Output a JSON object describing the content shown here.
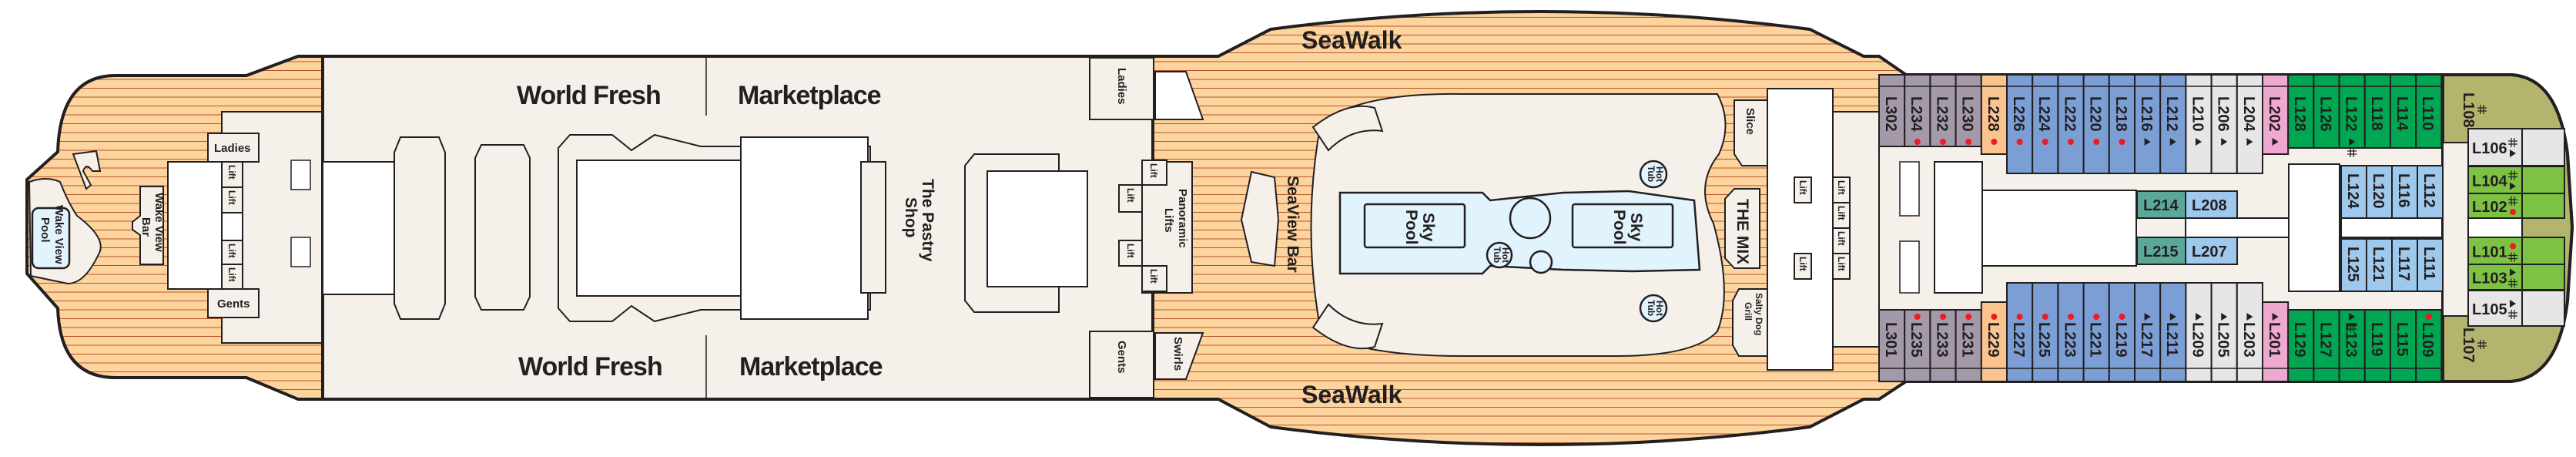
{
  "colors": {
    "wood": "#fdd49e",
    "wood_line": "#b5562a",
    "interior": "#f5f1ea",
    "pool": "#e1f3fd",
    "outline": "#231f20",
    "marker_dot": "#ed1c24"
  },
  "cabin_colors": {
    "purple": "#a399a8",
    "orange": "#fbc48f",
    "blue": "#7b9fd4",
    "grey": "#e6e6e6",
    "pink": "#efa8cf",
    "green": "#00a651",
    "lightblue": "#9ec8ec",
    "teal": "#5ba898",
    "lime": "#7dc242",
    "olive": "#b3b56e"
  },
  "aft": {
    "ladies": "Ladies",
    "gents": "Gents",
    "lift": "Lift",
    "wake_view_bar": [
      "Wake View",
      "Bar"
    ],
    "wake_view_pool": [
      "Wake View",
      "Pool"
    ]
  },
  "venues": {
    "world_fresh": "World Fresh",
    "marketplace": "Marketplace",
    "pastry_shop": [
      "The Pastry",
      "Shop"
    ],
    "ladies": "Ladies",
    "gents": "Gents",
    "panoramic_lifts": [
      "Panoramic",
      "Lifts"
    ],
    "lift": "Lift",
    "seaview_bar": "SeaView Bar",
    "swirls": "Swirls",
    "seawalk": "SeaWalk",
    "sky_pool": [
      "Sky",
      "Pool"
    ],
    "hot_tub": [
      "Hot",
      "Tub"
    ],
    "slice": "Slice",
    "the_mix": "THE MIX",
    "salty_dog_grill": [
      "Salty Dog",
      "Grill"
    ]
  },
  "cabins": {
    "top_row": [
      {
        "id": "L302",
        "type": "purple",
        "marker": ""
      },
      {
        "id": "L234",
        "type": "purple",
        "marker": "dot"
      },
      {
        "id": "L232",
        "type": "purple",
        "marker": "dot"
      },
      {
        "id": "L230",
        "type": "purple",
        "marker": "dot"
      },
      {
        "id": "L228",
        "type": "orange",
        "marker": "dot"
      },
      {
        "id": "L226",
        "type": "blue",
        "marker": "dot"
      },
      {
        "id": "L224",
        "type": "blue",
        "marker": "dot"
      },
      {
        "id": "L222",
        "type": "blue",
        "marker": "dot"
      },
      {
        "id": "L220",
        "type": "blue",
        "marker": "dot"
      },
      {
        "id": "L218",
        "type": "blue",
        "marker": "dot"
      },
      {
        "id": "L216",
        "type": "blue",
        "marker": "tri"
      },
      {
        "id": "L212",
        "type": "blue",
        "marker": "tri"
      },
      {
        "id": "L210",
        "type": "grey",
        "marker": "tri"
      },
      {
        "id": "L206",
        "type": "grey",
        "marker": "tri"
      },
      {
        "id": "L204",
        "type": "grey",
        "marker": "tri"
      },
      {
        "id": "L202",
        "type": "pink",
        "marker": "tri"
      },
      {
        "id": "L128",
        "type": "green",
        "marker": ""
      },
      {
        "id": "L126",
        "type": "green",
        "marker": ""
      },
      {
        "id": "L122",
        "type": "green",
        "marker": "tri-plus"
      },
      {
        "id": "L118",
        "type": "green",
        "marker": ""
      },
      {
        "id": "L114",
        "type": "green",
        "marker": ""
      },
      {
        "id": "L110",
        "type": "green",
        "marker": ""
      }
    ],
    "bottom_row": [
      {
        "id": "L301",
        "type": "purple",
        "marker": ""
      },
      {
        "id": "L235",
        "type": "purple",
        "marker": "dot"
      },
      {
        "id": "L233",
        "type": "purple",
        "marker": "dot"
      },
      {
        "id": "L231",
        "type": "purple",
        "marker": "dot"
      },
      {
        "id": "L229",
        "type": "orange",
        "marker": "dot"
      },
      {
        "id": "L227",
        "type": "blue",
        "marker": "dot"
      },
      {
        "id": "L225",
        "type": "blue",
        "marker": "dot"
      },
      {
        "id": "L223",
        "type": "blue",
        "marker": "dot"
      },
      {
        "id": "L221",
        "type": "blue",
        "marker": "dot"
      },
      {
        "id": "L219",
        "type": "blue",
        "marker": "dot"
      },
      {
        "id": "L217",
        "type": "blue",
        "marker": "tri"
      },
      {
        "id": "L211",
        "type": "blue",
        "marker": "tri"
      },
      {
        "id": "L209",
        "type": "grey",
        "marker": "tri"
      },
      {
        "id": "L205",
        "type": "grey",
        "marker": "tri"
      },
      {
        "id": "L203",
        "type": "grey",
        "marker": "tri"
      },
      {
        "id": "L201",
        "type": "pink",
        "marker": "tri"
      },
      {
        "id": "L129",
        "type": "green",
        "marker": ""
      },
      {
        "id": "L127",
        "type": "green",
        "marker": ""
      },
      {
        "id": "L123",
        "type": "green",
        "marker": "tri-plus"
      },
      {
        "id": "L119",
        "type": "green",
        "marker": ""
      },
      {
        "id": "L115",
        "type": "green",
        "marker": ""
      },
      {
        "id": "L109",
        "type": "green",
        "marker": "dot"
      }
    ],
    "inner_horizontal": [
      {
        "id": "L214",
        "type": "teal"
      },
      {
        "id": "L208",
        "type": "lightblue"
      },
      {
        "id": "L215",
        "type": "teal"
      },
      {
        "id": "L207",
        "type": "lightblue"
      }
    ],
    "inner_upper": [
      {
        "id": "L124",
        "type": "lightblue"
      },
      {
        "id": "L120",
        "type": "lightblue"
      },
      {
        "id": "L116",
        "type": "lightblue"
      },
      {
        "id": "L112",
        "type": "lightblue"
      }
    ],
    "inner_lower": [
      {
        "id": "L125",
        "type": "lightblue"
      },
      {
        "id": "L121",
        "type": "lightblue"
      },
      {
        "id": "L117",
        "type": "lightblue"
      },
      {
        "id": "L111",
        "type": "lightblue"
      }
    ],
    "bow": [
      {
        "id": "L106",
        "type": "grey",
        "marker": "plus-tri"
      },
      {
        "id": "L104",
        "type": "lime",
        "marker": "plus-tri"
      },
      {
        "id": "L102",
        "type": "lime",
        "marker": "plus-dot"
      },
      {
        "id": "L101",
        "type": "lime",
        "marker": "dot-plus"
      },
      {
        "id": "L103",
        "type": "lime",
        "marker": "tri-plus"
      },
      {
        "id": "L105",
        "type": "grey",
        "marker": "tri-plus"
      }
    ],
    "bow_corner": [
      {
        "id": "L108",
        "type": "olive",
        "marker": "plus"
      },
      {
        "id": "L107",
        "type": "olive",
        "marker": "plus"
      }
    ]
  }
}
